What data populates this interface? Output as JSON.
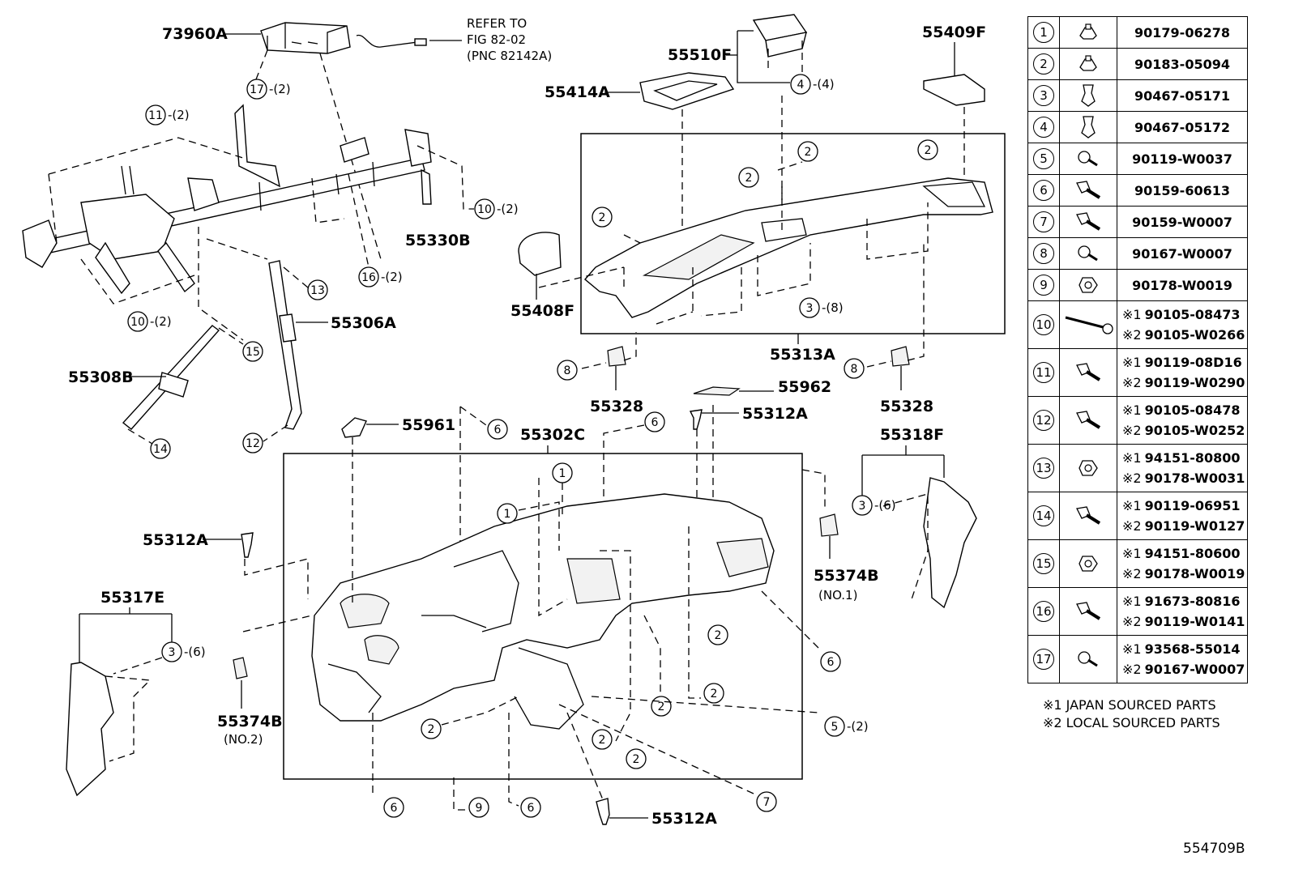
{
  "labels": {
    "l73960A": "73960A",
    "refer1": "REFER TO",
    "refer2": "FIG 82-02",
    "refer3": "(PNC 82142A)",
    "l55510F": "55510F",
    "l55414A": "55414A",
    "l55409F": "55409F",
    "l55330B": "55330B",
    "l55408F": "55408F",
    "l55306A": "55306A",
    "l55308B": "55308B",
    "l55313A": "55313A",
    "l55328a": "55328",
    "l55328b": "55328",
    "l55962": "55962",
    "l55961": "55961",
    "l55302C": "55302C",
    "l55312Aa": "55312A",
    "l55312Ab": "55312A",
    "l55312Ac": "55312A",
    "l55318F": "55318F",
    "l55317E": "55317E",
    "l55374Ba": "55374B",
    "l55374Ba_note": "(NO.1)",
    "l55374Bb": "55374B",
    "l55374Bb_note": "(NO.2)"
  },
  "callouts": {
    "q2": "-(2)",
    "q4": "-(4)",
    "q6": "-(6)",
    "q8": "-(8)"
  },
  "legend": [
    {
      "num": "1",
      "icon": "clip-nut-icon",
      "parts": [
        {
          "mark": "",
          "pn": "90179-06278"
        }
      ]
    },
    {
      "num": "2",
      "icon": "clip-nut-icon",
      "parts": [
        {
          "mark": "",
          "pn": "90183-05094"
        }
      ]
    },
    {
      "num": "3",
      "icon": "push-clip-icon",
      "parts": [
        {
          "mark": "",
          "pn": "90467-05171"
        }
      ]
    },
    {
      "num": "4",
      "icon": "push-clip-icon",
      "parts": [
        {
          "mark": "",
          "pn": "90467-05172"
        }
      ]
    },
    {
      "num": "5",
      "icon": "screw-icon",
      "parts": [
        {
          "mark": "",
          "pn": "90119-W0037"
        }
      ]
    },
    {
      "num": "6",
      "icon": "bolt-icon",
      "parts": [
        {
          "mark": "",
          "pn": "90159-60613"
        }
      ]
    },
    {
      "num": "7",
      "icon": "bolt-icon",
      "parts": [
        {
          "mark": "",
          "pn": "90159-W0007"
        }
      ]
    },
    {
      "num": "8",
      "icon": "screw-icon",
      "parts": [
        {
          "mark": "",
          "pn": "90167-W0007"
        }
      ]
    },
    {
      "num": "9",
      "icon": "nut-icon",
      "parts": [
        {
          "mark": "",
          "pn": "90178-W0019"
        }
      ]
    },
    {
      "num": "10",
      "icon": "long-bolt-icon",
      "parts": [
        {
          "mark": "※1",
          "pn": "90105-08473"
        },
        {
          "mark": "※2",
          "pn": "90105-W0266"
        }
      ]
    },
    {
      "num": "11",
      "icon": "bolt-icon",
      "parts": [
        {
          "mark": "※1",
          "pn": "90119-08D16"
        },
        {
          "mark": "※2",
          "pn": "90119-W0290"
        }
      ]
    },
    {
      "num": "12",
      "icon": "bolt-icon",
      "parts": [
        {
          "mark": "※1",
          "pn": "90105-08478"
        },
        {
          "mark": "※2",
          "pn": "90105-W0252"
        }
      ]
    },
    {
      "num": "13",
      "icon": "nut-icon",
      "parts": [
        {
          "mark": "※1",
          "pn": "94151-80800"
        },
        {
          "mark": "※2",
          "pn": "90178-W0031"
        }
      ]
    },
    {
      "num": "14",
      "icon": "bolt-icon",
      "parts": [
        {
          "mark": "※1",
          "pn": "90119-06951"
        },
        {
          "mark": "※2",
          "pn": "90119-W0127"
        }
      ]
    },
    {
      "num": "15",
      "icon": "nut-icon",
      "parts": [
        {
          "mark": "※1",
          "pn": "94151-80600"
        },
        {
          "mark": "※2",
          "pn": "90178-W0019"
        }
      ]
    },
    {
      "num": "16",
      "icon": "bolt-icon",
      "parts": [
        {
          "mark": "※1",
          "pn": "91673-80816"
        },
        {
          "mark": "※2",
          "pn": "90119-W0141"
        }
      ]
    },
    {
      "num": "17",
      "icon": "screw-icon",
      "parts": [
        {
          "mark": "※1",
          "pn": "93568-55014"
        },
        {
          "mark": "※2",
          "pn": "90167-W0007"
        }
      ]
    }
  ],
  "notes": {
    "n1": "※1 JAPAN SOURCED PARTS",
    "n2": "※2 LOCAL SOURCED PARTS"
  },
  "diagram_code": "554709B"
}
